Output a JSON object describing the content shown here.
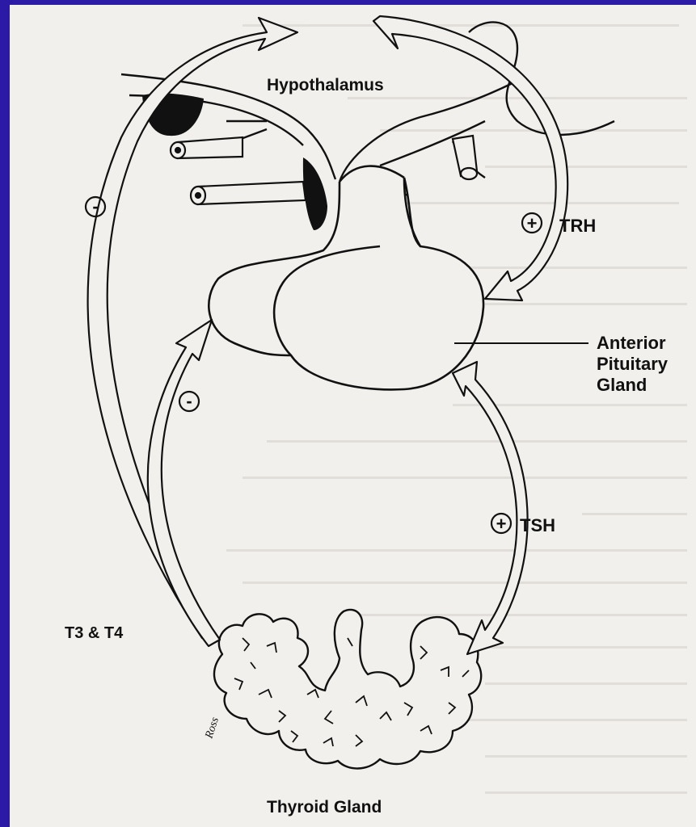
{
  "labels": {
    "hypothalamus": "Hypothalamus",
    "trh": "TRH",
    "anterior_pituitary_line1": "Anterior",
    "anterior_pituitary_line2": "Pituitary",
    "anterior_pituitary_line3": "Gland",
    "tsh": "TSH",
    "t3_t4": "T3 & T4",
    "thyroid": "Thyroid Gland",
    "artist_signature": "Ross"
  },
  "signs": {
    "trh": "+",
    "tsh": "+",
    "feedback_hypothalamus": "-",
    "feedback_pituitary": "-"
  },
  "colors": {
    "border": "#2b1aa6",
    "paper": "#f2f0ec",
    "ink": "#111111"
  }
}
